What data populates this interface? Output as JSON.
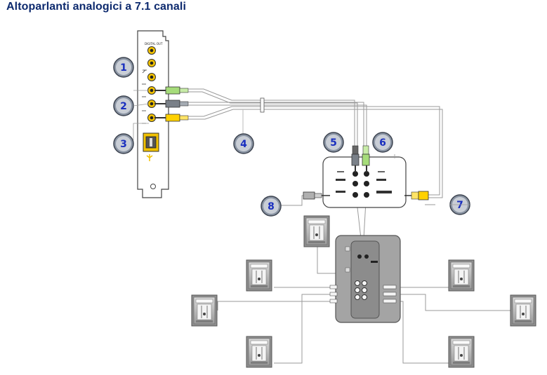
{
  "title": "Altoparlanti analogici a 7.1 canali",
  "card_label": "DIGITAL OUT",
  "callouts": [
    "1",
    "2",
    "3",
    "4",
    "5",
    "6",
    "7",
    "8"
  ],
  "colors": {
    "title": "#0d2a6e",
    "callout_fill": "#8a94a3",
    "callout_text": "#1a2fbf",
    "jack_yellow": "#f2c200",
    "plug_green": "#a6dc7a",
    "plug_gray": "#7a8088",
    "plug_yellow": "#ffd100",
    "cable": "#9a9a9a"
  }
}
